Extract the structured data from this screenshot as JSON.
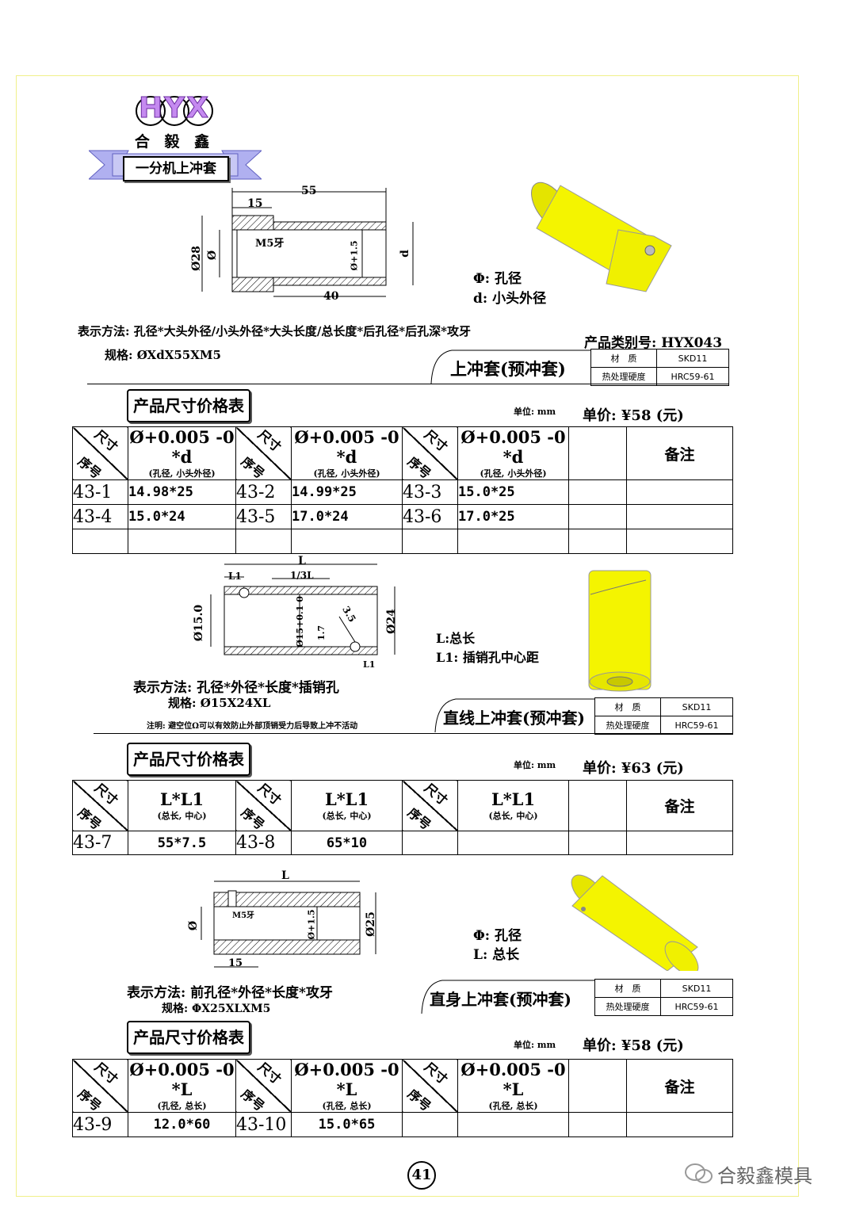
{
  "brand": {
    "logo_letters": "HYX",
    "logo_cn": "合 毅 鑫",
    "banner": "一分机上冲套"
  },
  "section1": {
    "drawing": {
      "dim_total": "55",
      "dim_head": "15",
      "thread": "M5牙",
      "d_outer": "Ø28",
      "d_hole": "Ø",
      "d_back": "Ø+1.5",
      "d_small": "d",
      "dim_40": "40"
    },
    "legend": [
      "Φ: 孔径",
      "d: 小头外径"
    ],
    "method": "表示方法: 孔径*大头外径/小头外径*大头长度/总长度*后孔径*后孔深*攻牙",
    "spec": "规格: ØXdX55XM5",
    "product_code": "产品类别号: HYX043",
    "product_name": "上冲套(预冲套)",
    "material_label": "材　质",
    "material": "SKD11",
    "hardness_label": "热处理硬度",
    "hardness": "HRC59-61",
    "table_title": "产品尺寸价格表",
    "unit": "单位: mm",
    "price": "单价: ¥58 (元)",
    "diag_top": "尺寸",
    "diag_bottom": "序号",
    "col_header": "Ø+0.005 -0 *d",
    "col_sub": "(孔径, 小头外径)",
    "remark": "备注",
    "rows": [
      [
        {
          "code": "43-1",
          "val": "14.98*25"
        },
        {
          "code": "43-2",
          "val": "14.99*25"
        },
        {
          "code": "43-3",
          "val": "15.0*25"
        }
      ],
      [
        {
          "code": "43-4",
          "val": "15.0*24"
        },
        {
          "code": "43-5",
          "val": "17.0*24"
        },
        {
          "code": "43-6",
          "val": "17.0*25"
        }
      ]
    ]
  },
  "section2": {
    "drawing": {
      "L": "L",
      "L1": "L1",
      "third": "1/3L",
      "d15": "Ø15.0",
      "d15t": "Ø15+0.1 0",
      "d24": "Ø24",
      "r35": "3.5",
      "h17": "1.7"
    },
    "legend": [
      "L:总长",
      "L1: 插销孔中心距"
    ],
    "method": "表示方法: 孔径*外径*长度*插销孔",
    "spec": "规格: Ø15X24XL",
    "note": "注明: 避空位Ω可以有效防止外部顶销受力后导致上冲不活动",
    "product_name": "直线上冲套(预冲套)",
    "material_label": "材　质",
    "material": "SKD11",
    "hardness_label": "热处理硬度",
    "hardness": "HRC59-61",
    "table_title": "产品尺寸价格表",
    "unit": "单位: mm",
    "price": "单价: ¥63 (元)",
    "col_header": "L*L1",
    "col_sub": "(总长, 中心)",
    "remark": "备注",
    "rows": [
      [
        {
          "code": "43-7",
          "val": "55*7.5"
        },
        {
          "code": "43-8",
          "val": "65*10"
        }
      ]
    ]
  },
  "section3": {
    "drawing": {
      "L": "L",
      "thread": "M5牙",
      "d": "Ø",
      "d15": "Ø+1.5",
      "d25": "Ø25",
      "dim15": "15"
    },
    "legend": [
      "Φ: 孔径",
      "L: 总长"
    ],
    "method": "表示方法: 前孔径*外径*长度*攻牙",
    "spec": "规格: ΦX25XLXM5",
    "product_name": "直身上冲套(预冲套)",
    "material_label": "材　质",
    "material": "SKD11",
    "hardness_label": "热处理硬度",
    "hardness": "HRC59-61",
    "table_title": "产品尺寸价格表",
    "unit": "单位: mm",
    "price": "单价: ¥58 (元)",
    "col_header": "Ø+0.005 -0 *L",
    "col_sub": "(孔径, 总长)",
    "remark": "备注",
    "rows": [
      [
        {
          "code": "43-9",
          "val": "12.0*60"
        },
        {
          "code": "43-10",
          "val": "15.0*65"
        }
      ]
    ]
  },
  "page_number": "41",
  "watermark": "合毅鑫模具"
}
